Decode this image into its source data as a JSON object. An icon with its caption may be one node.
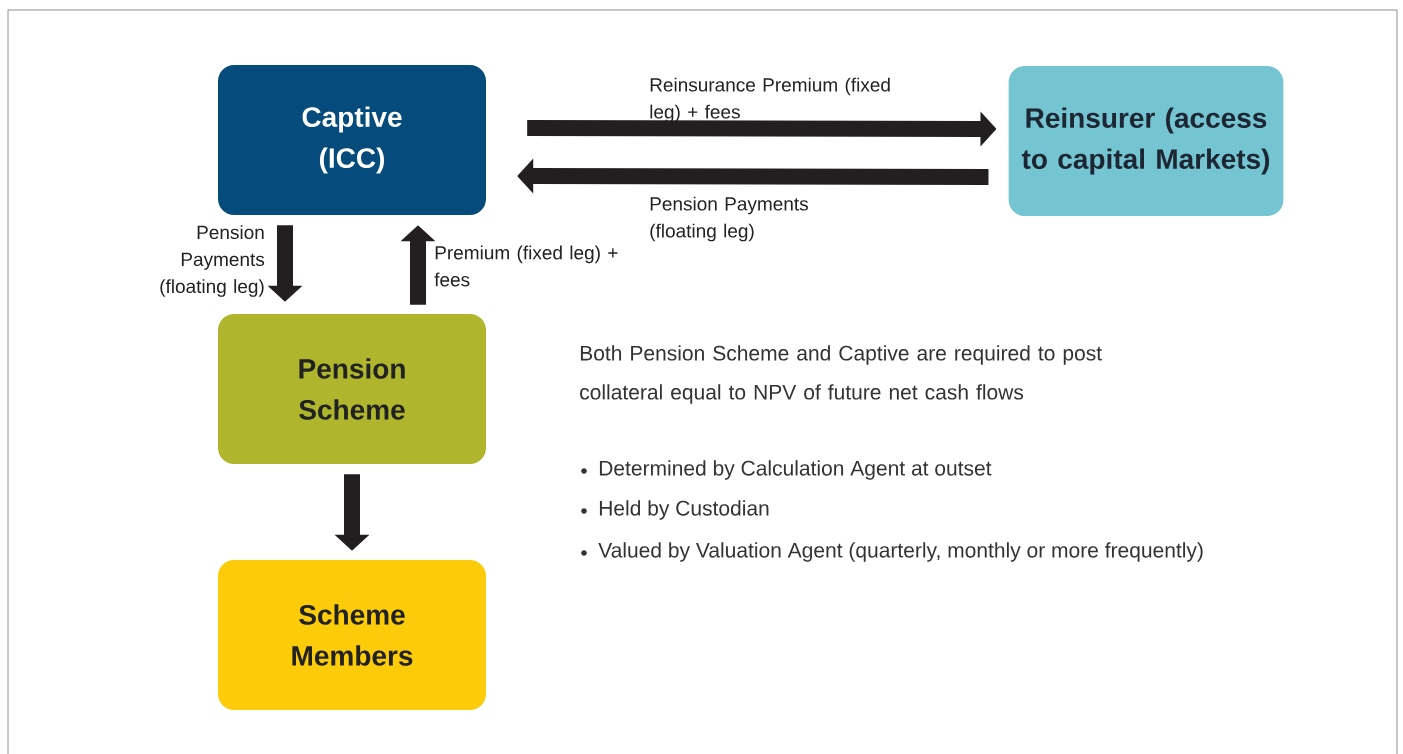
{
  "diagram": {
    "nodes": [
      {
        "text": [
          "Captive (ICC)"
        ]
      },
      {
        "text": [
          "Reinsurer (access to capital Markets)"
        ]
      },
      {
        "text": [
          "Pension Scheme"
        ]
      },
      {
        "text": [
          "Scheme Members"
        ]
      }
    ],
    "edges": [
      {
        "from": 0,
        "to": 1,
        "arrow": "to",
        "label": "Reinsurance Premium (fixed leg) + fees"
      },
      {
        "from": 1,
        "to": 0,
        "arrow": "to",
        "label": "Pension Payments (floating leg)"
      },
      {
        "from": 0,
        "to": 2,
        "arrow": "to",
        "label": "Pension Payments (floating leg)"
      },
      {
        "from": 2,
        "to": 0,
        "arrow": "to",
        "label": "Premium (fixed leg) + fees"
      },
      {
        "from": 2,
        "to": 3,
        "arrow": "to"
      }
    ],
    "labels": [
      "Both Pension Scheme and Captive are required to post collateral equal to NPV of future net cash flows",
      "Determined by Calculation Agent at outset",
      "Held by Custodian",
      "Valued by Valuation Agent (quarterly, monthly or more frequently)"
    ]
  }
}
